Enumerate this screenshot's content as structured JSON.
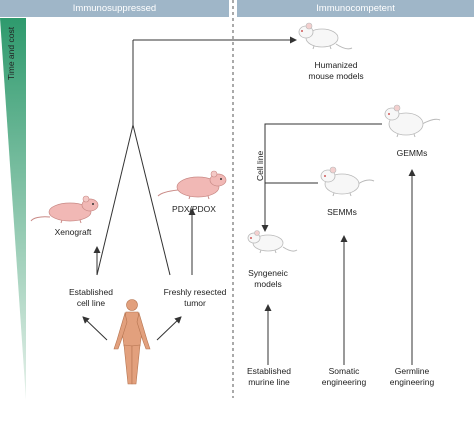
{
  "headers": {
    "left": "Immunosuppressed",
    "right": "Immunocompetent"
  },
  "axis_label": "Time and cost",
  "left": {
    "xenograft": "Xenograft",
    "pdx": "PDX/PDOX",
    "established_cell_line": "Established\ncell line",
    "freshly_resected_tumor": "Freshly resected\ntumor"
  },
  "right": {
    "humanized": "Humanized\nmouse models",
    "gemms": "GEMMs",
    "cell_line": "Cell line",
    "semms": "SEMMs",
    "syngeneic": "Syngeneic\nmodels",
    "established_murine_line": "Established\nmurine line",
    "somatic_engineering": "Somatic\nengineering",
    "germline_engineering": "Germline\nengineering"
  },
  "colors": {
    "header": "#9fb6c8",
    "wedge_top": "#2e9a6d",
    "wedge_bottom": "#e6f1ea",
    "mouse_pink": "#f1b8b5",
    "mouse_white": "#f7f7f7",
    "human": "#e2a07d"
  }
}
